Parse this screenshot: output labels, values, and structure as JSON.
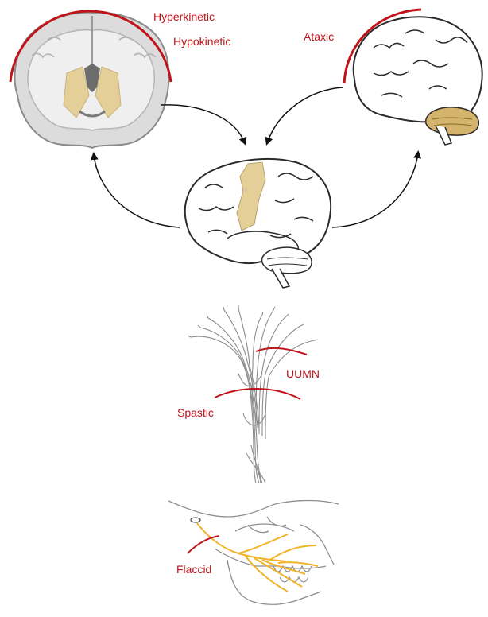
{
  "labels": {
    "hyperkinetic": "Hyperkinetic",
    "hypokinetic": "Hypokinetic",
    "ataxic": "Ataxic",
    "uumn": "UUMN",
    "spastic": "Spastic",
    "flaccid": "Flaccid"
  },
  "colors": {
    "label_red": "#c0141b",
    "highlight_tan": "#e5cf98",
    "outline": "#2b2b2b"
  },
  "icons": [
    "coronal-brain-section",
    "lateral-brain-cerebellum",
    "lateral-brain-motor-cortex",
    "corticobulbar-tract",
    "skull-facial-nerve"
  ]
}
